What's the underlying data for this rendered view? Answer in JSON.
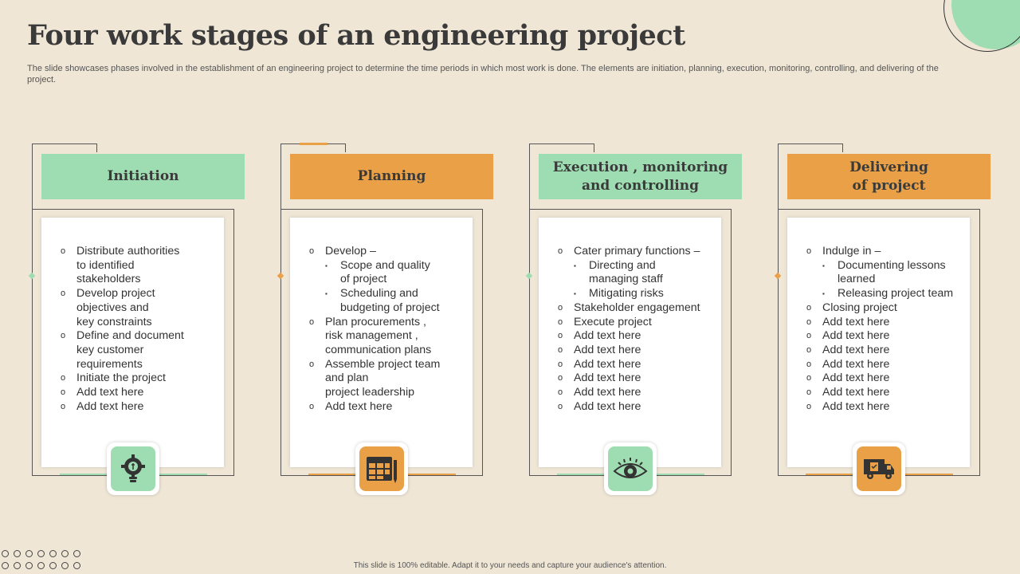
{
  "title": "Four work stages of an engineering project",
  "subtitle": "The slide showcases phases involved in the establishment of an engineering project to determine the time periods in which most work is done. The elements are initiation, planning, execution, monitoring, controlling, and delivering of the project.",
  "footer": "This slide is 100% editable. Adapt it to your needs and capture your audience's attention.",
  "colors": {
    "green": "#9edcb1",
    "orange": "#e9a046",
    "background": "#efe6d6"
  },
  "stages": [
    {
      "header": "Initiation",
      "icon": "lightbulb-gear-icon",
      "items": [
        {
          "text": "Distribute authorities to identified stakeholders",
          "lines": [
            "Distribute authorities",
            "to identified",
            "stakeholders"
          ]
        },
        {
          "text": "Develop project objectives and key constraints",
          "lines": [
            "Develop project",
            "objectives and",
            "key constraints"
          ]
        },
        {
          "text": "Define and document key customer requirements",
          "lines": [
            "Define and document",
            "key customer",
            "requirements"
          ]
        },
        {
          "text": "Initiate the project",
          "lines": [
            "Initiate the project"
          ]
        },
        {
          "text": "Add text here",
          "lines": [
            "Add text here"
          ]
        },
        {
          "text": "Add text here",
          "lines": [
            "Add text here"
          ]
        }
      ]
    },
    {
      "header": "Planning",
      "icon": "calendar-planning-icon",
      "items": [
        {
          "text": "Develop –",
          "lines": [
            "Develop –"
          ]
        },
        {
          "sub": true,
          "lines": [
            "Scope and quality",
            "of project"
          ]
        },
        {
          "sub": true,
          "lines": [
            "Scheduling and",
            "budgeting of project"
          ]
        },
        {
          "lines": [
            "Plan procurements ,",
            "risk management ,",
            "communication plans"
          ]
        },
        {
          "lines": [
            "Assemble project team",
            "and plan",
            "project leadership"
          ]
        },
        {
          "lines": [
            "Add text here"
          ]
        }
      ]
    },
    {
      "header": "Execution , monitoring\nand controlling",
      "icon": "eye-icon",
      "items": [
        {
          "lines": [
            "Cater primary functions –"
          ]
        },
        {
          "sub": true,
          "lines": [
            "Directing and",
            "managing staff"
          ]
        },
        {
          "sub": true,
          "lines": [
            "Mitigating  risks"
          ]
        },
        {
          "lines": [
            "Stakeholder engagement"
          ]
        },
        {
          "lines": [
            "Execute project"
          ]
        },
        {
          "lines": [
            "Add text here"
          ]
        },
        {
          "lines": [
            "Add text here"
          ]
        },
        {
          "lines": [
            "Add text here"
          ]
        },
        {
          "lines": [
            "Add text here"
          ]
        },
        {
          "lines": [
            "Add text here"
          ]
        },
        {
          "lines": [
            "Add text here"
          ]
        }
      ]
    },
    {
      "header": "Delivering\nof project",
      "icon": "delivery-truck-icon",
      "items": [
        {
          "lines": [
            "Indulge  in –"
          ]
        },
        {
          "sub": true,
          "lines": [
            "Documenting lessons",
            "learned"
          ]
        },
        {
          "sub": true,
          "lines": [
            "Releasing project team"
          ]
        },
        {
          "lines": [
            "Closing project"
          ]
        },
        {
          "lines": [
            "Add text here"
          ]
        },
        {
          "lines": [
            "Add text here"
          ]
        },
        {
          "lines": [
            "Add text here"
          ]
        },
        {
          "lines": [
            "Add text here"
          ]
        },
        {
          "lines": [
            "Add text here"
          ]
        },
        {
          "lines": [
            "Add text here"
          ]
        },
        {
          "lines": [
            "Add text here"
          ]
        }
      ]
    }
  ]
}
